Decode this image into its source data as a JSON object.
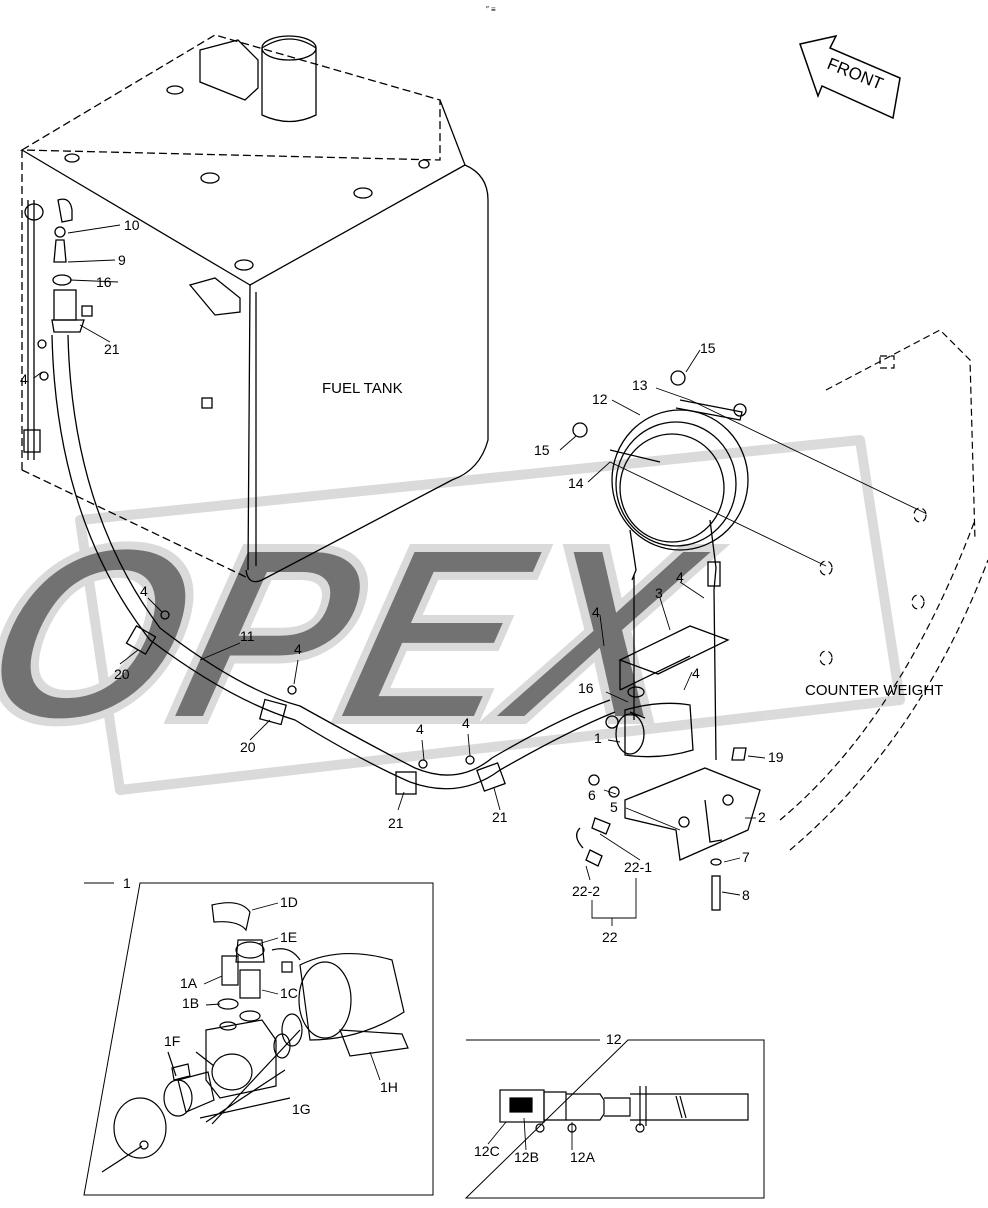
{
  "header_mark": "″ ≡",
  "front_arrow": "FRONT",
  "watermark": "OPEX",
  "components": {
    "fuel_tank": "FUEL TANK",
    "counter_weight": "COUNTER WEIGHT"
  },
  "callouts": {
    "n10": "10",
    "n9": "9",
    "n16a": "16",
    "n21a": "21",
    "n4a": "4",
    "n15a": "15",
    "n13": "13",
    "n12": "12",
    "n15b": "15",
    "n14": "14",
    "n4b": "4",
    "n3": "3",
    "n4c": "4",
    "n4d": "4",
    "n16b": "16",
    "n1": "1",
    "n19": "19",
    "n6": "6",
    "n5": "5",
    "n2": "2",
    "n7": "7",
    "n8": "8",
    "n22_1": "22-1",
    "n22_2": "22-2",
    "n22": "22",
    "n4e": "4",
    "n11": "11",
    "n20a": "20",
    "n4f": "4",
    "n20b": "20",
    "n4g": "4",
    "n4h": "4",
    "n21b": "21",
    "n21c": "21"
  },
  "inset_pump": {
    "title": "1",
    "labels": {
      "d": "1D",
      "e": "1E",
      "a": "1A",
      "c": "1C",
      "b": "1B",
      "f": "1F",
      "h": "1H",
      "g": "1G"
    }
  },
  "inset_hose": {
    "title": "12",
    "labels": {
      "c": "12C",
      "b": "12B",
      "a": "12A"
    }
  },
  "colors": {
    "line": "#000000",
    "watermark": "#b5b5b5",
    "background": "#ffffff"
  }
}
